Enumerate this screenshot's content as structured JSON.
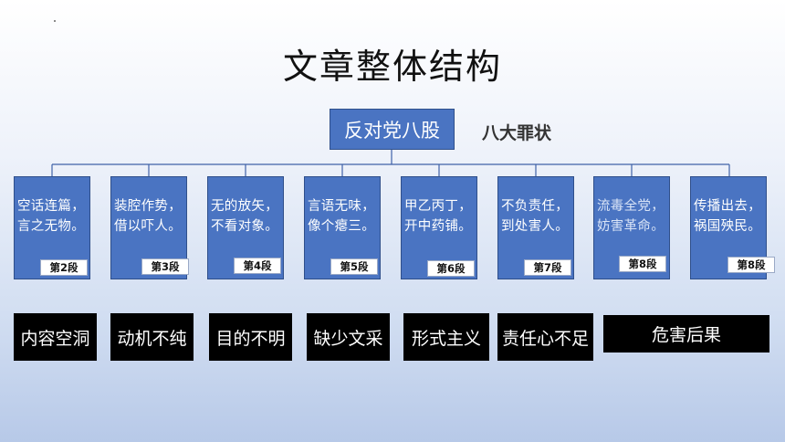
{
  "title": "文章整体结构",
  "root": "反对党八股",
  "side_label": "八大罪状",
  "nodes": [
    {
      "line1": "空话连篇，",
      "line2": "言之无物。",
      "section": "第2段"
    },
    {
      "line1": "装腔作势，",
      "line2": "借以吓人。",
      "section": "第3段"
    },
    {
      "line1": "无的放矢，",
      "line2": "不看对象。",
      "section": "第4段"
    },
    {
      "line1": "言语无味，",
      "line2": "像个瘪三。",
      "section": "第5段"
    },
    {
      "line1": "甲乙丙丁，",
      "line2": "开中药铺。",
      "section": "第6段"
    },
    {
      "line1": "不负责任，",
      "line2": "到处害人。",
      "section": "第7段"
    },
    {
      "line1": "流毒全党，",
      "line2": "妨害革命。",
      "section": "第8段"
    },
    {
      "line1": "传播出去，",
      "line2": "祸国殃民。",
      "section": "第8段"
    }
  ],
  "categories": [
    "内容空洞",
    "动机不纯",
    "目的不明",
    "缺少文采",
    "形式主义",
    "责任心不足",
    "危害后果"
  ]
}
